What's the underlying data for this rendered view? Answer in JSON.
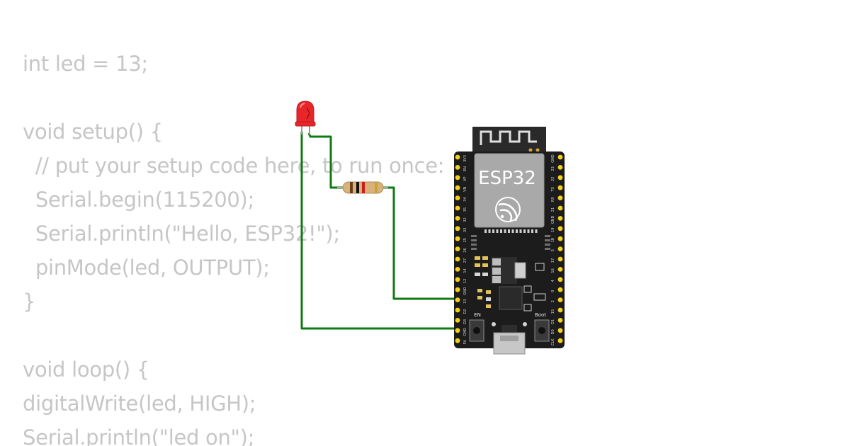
{
  "code_lines": [
    "int led = 13;",
    "",
    "void setup() {",
    "  // put your setup code here, to run once:",
    "  Serial.begin(115200);",
    "  Serial.println(\"Hello, ESP32!\");",
    "  pinMode(led, OUTPUT);",
    "}",
    "",
    "void loop() {",
    "digitalWrite(led, HIGH);",
    "Serial.println(\"led on\");"
  ],
  "board": {
    "module_label": "ESP32",
    "en_label": "EN",
    "boot_label": "Boot",
    "left_pins": [
      "3V3",
      "EN",
      "VP",
      "VN",
      "34",
      "35",
      "32",
      "33",
      "25",
      "26",
      "27",
      "14",
      "12",
      "GND",
      "13",
      "D2",
      "D3",
      "CMD",
      "5V"
    ],
    "right_pins": [
      "GND",
      "23",
      "22",
      "TX",
      "RX",
      "21",
      "GND",
      "19",
      "18",
      "5",
      "17",
      "16",
      "4",
      "0",
      "2",
      "15",
      "D1",
      "D0",
      "CLK"
    ]
  },
  "colors": {
    "wire": "#0f7a12",
    "pcb": "#1c1c1c",
    "module": "#a9a9a9",
    "pin": "#f3d11c",
    "led": "#e8262a",
    "code_text": "#c6c6c6"
  }
}
